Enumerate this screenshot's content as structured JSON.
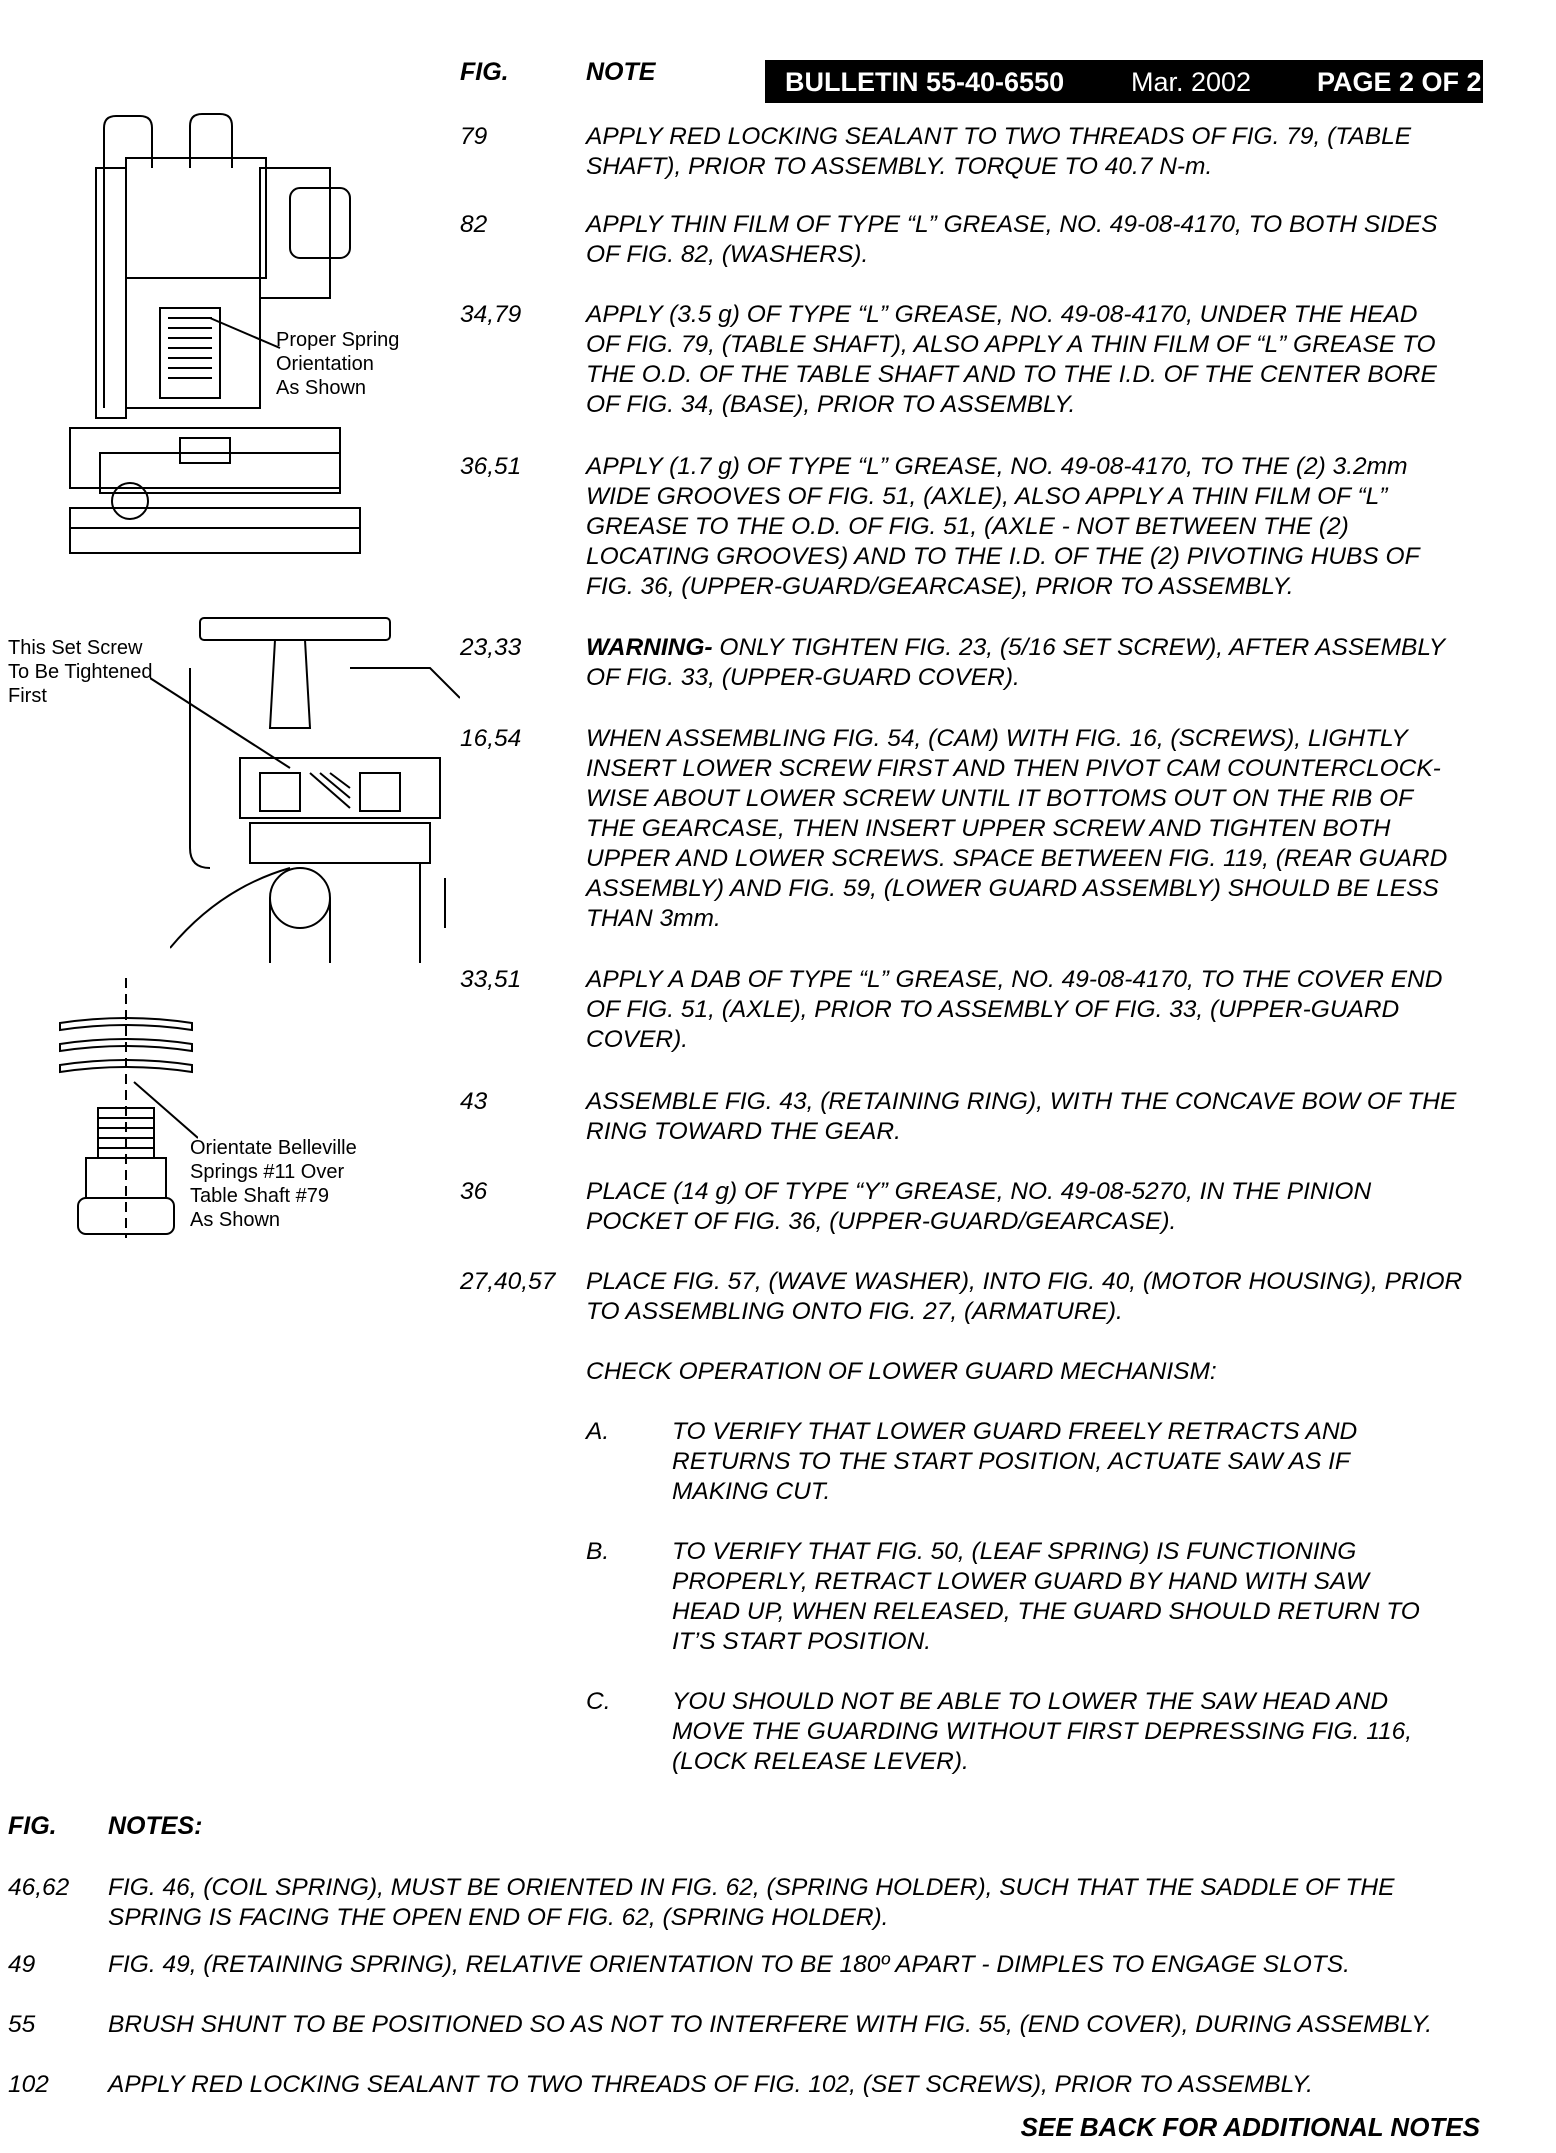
{
  "header": {
    "fig_label": "FIG.",
    "note_label": "NOTE",
    "bulletin": "BULLETIN 55-40-6550",
    "date": "Mar. 2002",
    "page": "PAGE 2 OF 2"
  },
  "notes": [
    {
      "fig": "79",
      "lines": [
        "APPLY RED LOCKING SEALANT TO TWO THREADS OF FIG. 79, (TABLE",
        "SHAFT), PRIOR TO ASSEMBLY.  TORQUE TO 40.7 N-m."
      ]
    },
    {
      "fig": "82",
      "lines": [
        "APPLY THIN FILM OF TYPE “L” GREASE, NO. 49-08-4170, TO BOTH SIDES",
        "OF FIG. 82, (WASHERS)."
      ]
    },
    {
      "fig": "34,79",
      "lines": [
        "APPLY (3.5 g) OF TYPE “L” GREASE, NO. 49-08-4170, UNDER THE HEAD",
        "OF FIG. 79, (TABLE SHAFT), ALSO APPLY A THIN FILM OF “L” GREASE TO",
        "THE O.D. OF THE TABLE SHAFT AND TO THE I.D. OF THE CENTER BORE",
        "OF FIG. 34, (BASE), PRIOR TO ASSEMBLY."
      ]
    },
    {
      "fig": "36,51",
      "lines": [
        "APPLY (1.7 g) OF TYPE “L” GREASE, NO. 49-08-4170, TO THE (2) 3.2mm",
        "WIDE GROOVES OF FIG. 51, (AXLE), ALSO APPLY A THIN FILM OF “L”",
        "GREASE TO THE O.D. OF FIG. 51, (AXLE - NOT BETWEEN THE (2)",
        "LOCATING GROOVES) AND TO THE I.D. OF THE (2) PIVOTING HUBS OF",
        "FIG. 36, (UPPER-GUARD/GEARCASE), PRIOR TO ASSEMBLY."
      ]
    },
    {
      "fig": "23,33",
      "warning": "WARNING-",
      "lines": [
        " ONLY TIGHTEN FIG. 23, (5/16 SET SCREW), AFTER ASSEMBLY",
        "OF FIG. 33, (UPPER-GUARD COVER)."
      ]
    },
    {
      "fig": "16,54",
      "lines": [
        "WHEN ASSEMBLING FIG. 54, (CAM) WITH  FIG. 16, (SCREWS), LIGHTLY",
        "INSERT LOWER SCREW FIRST AND THEN PIVOT CAM COUNTERCLOCK-",
        "WISE ABOUT LOWER SCREW UNTIL IT BOTTOMS OUT ON THE RIB OF",
        "THE GEARCASE, THEN INSERT UPPER SCREW AND TIGHTEN BOTH",
        "UPPER AND LOWER SCREWS. SPACE BETWEEN FIG. 119, (REAR GUARD",
        "ASSEMBLY) AND FIG. 59, (LOWER GUARD ASSEMBLY) SHOULD BE LESS",
        "THAN  3mm."
      ]
    },
    {
      "fig": "33,51",
      "lines": [
        "APPLY A DAB OF TYPE “L” GREASE, NO. 49-08-4170, TO THE COVER END",
        "OF FIG. 51, (AXLE), PRIOR TO ASSEMBLY OF FIG. 33, (UPPER-GUARD",
        "COVER)."
      ]
    },
    {
      "fig": "43",
      "lines": [
        "ASSEMBLE FIG. 43, (RETAINING RING), WITH THE CONCAVE BOW OF THE",
        "RING TOWARD THE GEAR."
      ]
    },
    {
      "fig": "36",
      "lines": [
        "PLACE (14 g) OF TYPE “Y” GREASE, NO. 49-08-5270, IN THE PINION",
        "POCKET OF FIG. 36, (UPPER-GUARD/GEARCASE)."
      ]
    },
    {
      "fig": "27,40,57",
      "lines": [
        "PLACE FIG. 57, (WAVE WASHER), INTO FIG. 40, (MOTOR HOUSING), PRIOR",
        "TO ASSEMBLING ONTO FIG. 27, (ARMATURE)."
      ]
    }
  ],
  "check": {
    "heading": "CHECK OPERATION OF LOWER GUARD MECHANISM:",
    "items": [
      {
        "letter": "A.",
        "lines": [
          "TO VERIFY THAT LOWER GUARD FREELY RETRACTS AND",
          "RETURNS TO THE START POSITION, ACTUATE SAW AS IF",
          "MAKING CUT."
        ]
      },
      {
        "letter": "B.",
        "lines": [
          "TO VERIFY THAT FIG. 50, (LEAF SPRING) IS FUNCTIONING",
          "PROPERLY, RETRACT LOWER GUARD BY HAND WITH SAW",
          "HEAD UP, WHEN RELEASED, THE GUARD SHOULD RETURN TO",
          "IT’S START POSITION."
        ]
      },
      {
        "letter": "C.",
        "lines": [
          "YOU SHOULD NOT BE ABLE TO LOWER THE SAW HEAD AND",
          "MOVE THE GUARDING WITHOUT FIRST DEPRESSING FIG. 116,",
          "(LOCK RELEASE LEVER)."
        ]
      }
    ]
  },
  "bottom": {
    "fig_label": "FIG.",
    "notes_label": "NOTES:",
    "notes": [
      {
        "fig": "46,62",
        "lines": [
          "FIG. 46, (COIL SPRING), MUST BE ORIENTED IN FIG. 62, (SPRING HOLDER), SUCH THAT THE SADDLE OF THE",
          "SPRING IS FACING THE OPEN END OF FIG. 62, (SPRING HOLDER)."
        ]
      },
      {
        "fig": "49",
        "lines": [
          "FIG. 49, (RETAINING SPRING), RELATIVE ORIENTATION TO BE 180º APART - DIMPLES TO ENGAGE SLOTS."
        ]
      },
      {
        "fig": "55",
        "lines": [
          "BRUSH SHUNT TO BE POSITIONED SO AS NOT TO INTERFERE WITH FIG. 55, (END COVER), DURING ASSEMBLY."
        ]
      },
      {
        "fig": "102",
        "lines": [
          "APPLY RED LOCKING SEALANT TO TWO THREADS OF FIG. 102, (SET SCREWS), PRIOR TO ASSEMBLY."
        ]
      }
    ],
    "footer": "SEE BACK FOR ADDITIONAL NOTES"
  },
  "captions": {
    "spring": [
      "Proper Spring",
      "Orientation",
      "As Shown"
    ],
    "setscrew": [
      "This Set Screw",
      "To Be Tightened",
      "First"
    ],
    "belleville": [
      "Orientate Belleville",
      "Springs #11 Over",
      "Table Shaft #79",
      "As Shown"
    ]
  }
}
